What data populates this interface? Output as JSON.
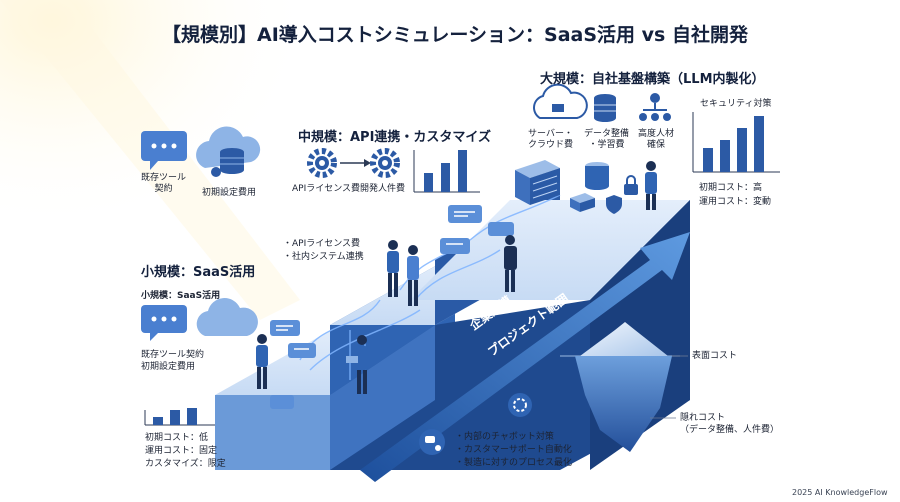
{
  "title": "【規模別】AI導入コストシミュレーション：SaaS活用 vs 自社開発",
  "large": {
    "heading": "大規模：自社基盤構築（LLM内製化）",
    "icon_label_1": "サーバー・\nクラウド費",
    "icon_label_2": "データ整備\n・学習費",
    "icon_label_3": "高度人材\n確保",
    "chart_label": "セキュリティ対策",
    "cost_1": "初期コスト：高",
    "cost_2": "運用コスト：変動"
  },
  "medium": {
    "heading": "中規模：API連携・カスタマイズ",
    "icon_label_1": "APIライセンス費",
    "icon_label_2": "開発人件費",
    "bullet_1": "・APIライセンス費",
    "bullet_2": "・社内システム連携"
  },
  "small": {
    "heading": "小規模：SaaS活用",
    "subheading": "小規模：SaaS活用",
    "top_label_1": "既存ツール\n契約",
    "top_label_2": "初期設定費用",
    "mid_label": "既存ツール契約\n初期設定費用",
    "cost_1": "初期コスト：低",
    "cost_2": "運用コスト：固定",
    "cost_3": "カスタマイズ：限定"
  },
  "arrow": {
    "label_1": "企業規模",
    "label_2": "プロジェクト範囲"
  },
  "iceberg": {
    "surface_label": "表面コスト",
    "hidden_label": "隠れコスト\n（データ整備、人件費）"
  },
  "effects": {
    "item_1": "・内部のチャボット対策",
    "item_2": "・カスタマーサポート自動化",
    "item_3": "・製造に対すのプロセス最化"
  },
  "credit": "2025 AI KnowledgeFlow"
}
